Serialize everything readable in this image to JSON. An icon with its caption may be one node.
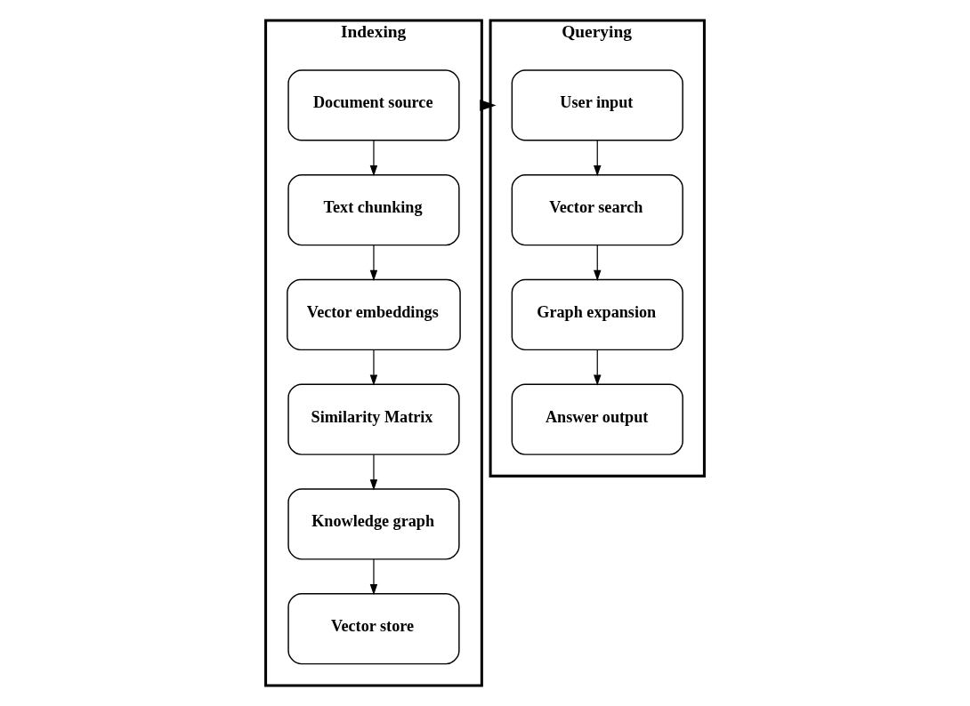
{
  "diagram": {
    "nodes": [
      {
        "text": [
          "Indexing"
        ]
      },
      {
        "text": [
          "Document source"
        ],
        "in": 0
      },
      {
        "text": [
          "Text chunking"
        ],
        "in": 0
      },
      {
        "text": [
          "Vector embeddings"
        ],
        "in": 0
      },
      {
        "text": [
          "Similarity Matrix"
        ],
        "in": 0
      },
      {
        "text": [
          "Knowledge graph"
        ],
        "in": 0
      },
      {
        "text": [
          "Vector store"
        ],
        "in": 0
      },
      {
        "text": [
          "Querying"
        ]
      },
      {
        "text": [
          "User input"
        ],
        "in": 7
      },
      {
        "text": [
          "Vector search"
        ],
        "in": 7
      },
      {
        "text": [
          "Graph expansion"
        ],
        "in": 7
      },
      {
        "text": [
          "Answer output"
        ],
        "in": 7
      }
    ],
    "edges": [
      {
        "from": 1,
        "to": 2,
        "arrow": "to"
      },
      {
        "from": 2,
        "to": 3,
        "arrow": "to"
      },
      {
        "from": 3,
        "to": 4,
        "arrow": "to"
      },
      {
        "from": 4,
        "to": 5,
        "arrow": "to"
      },
      {
        "from": 5,
        "to": 6,
        "arrow": "to"
      },
      {
        "from": 0,
        "to": 7,
        "arrow": "to",
        "style": "thick"
      },
      {
        "from": 8,
        "to": 9,
        "arrow": "to"
      },
      {
        "from": 9,
        "to": 10,
        "arrow": "to"
      },
      {
        "from": 10,
        "to": 11,
        "arrow": "to"
      }
    ]
  }
}
